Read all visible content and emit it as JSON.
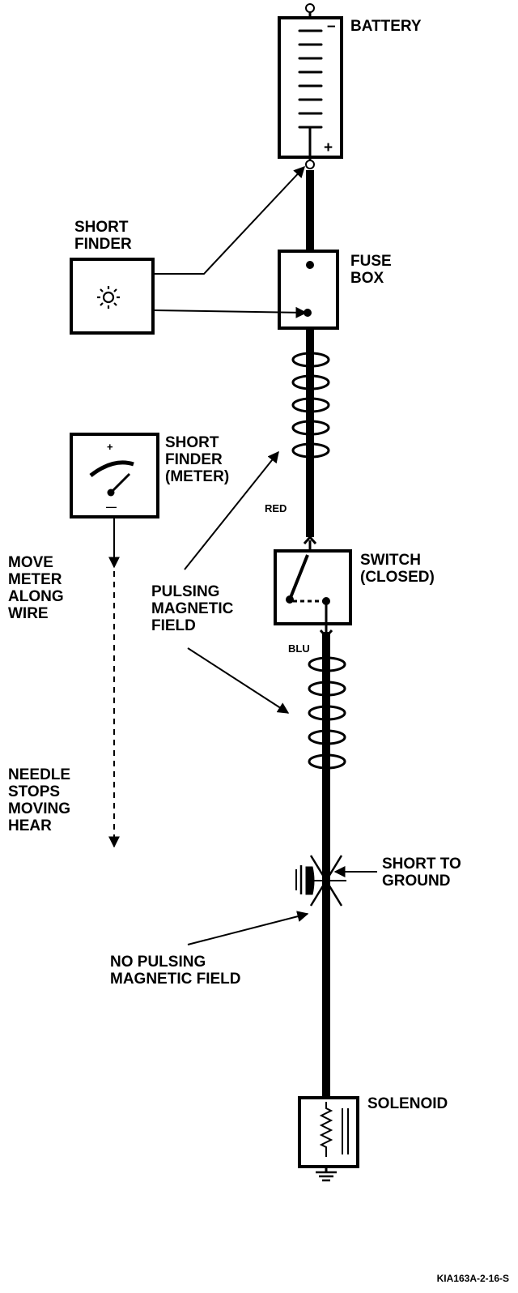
{
  "labels": {
    "battery": "BATTERY",
    "fuse_box": [
      "FUSE",
      "BOX"
    ],
    "short_finder": [
      "SHORT",
      "FINDER"
    ],
    "short_finder_meter": [
      "SHORT",
      "FINDER",
      "(METER)"
    ],
    "red": "RED",
    "switch": [
      "SWITCH",
      "(CLOSED)"
    ],
    "blu": "BLU",
    "pulsing_field": [
      "PULSING",
      "MAGNETIC",
      "FIELD"
    ],
    "move_meter": [
      "MOVE",
      "METER",
      "ALONG",
      "WIRE"
    ],
    "needle_stops": [
      "NEEDLE",
      "STOPS",
      "MOVING",
      "HEAR"
    ],
    "short_to_ground": [
      "SHORT TO",
      "GROUND"
    ],
    "no_pulsing": [
      "NO PULSING",
      "MAGNETIC FIELD"
    ],
    "solenoid": "SOLENOID",
    "battery_minus": "–",
    "battery_plus": "+",
    "meter_plus": "+",
    "meter_minus": "—"
  },
  "reference_code": "KIA163A-2-16-S"
}
